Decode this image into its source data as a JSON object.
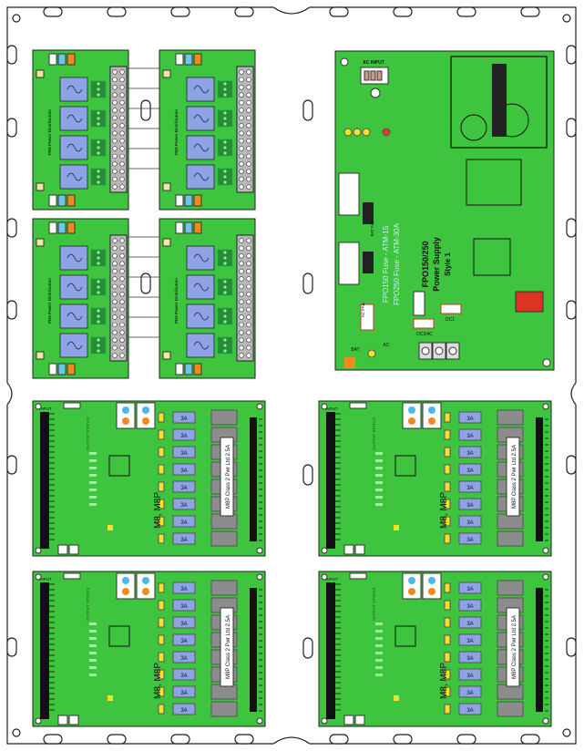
{
  "enclosure": {
    "colors": {
      "board": "#3ec43e",
      "board_dark": "#1f8f1f",
      "relay_blue": "#8ea3e6",
      "terminal_gray": "#b8b8b8",
      "fuse_gray": "#8c8c8c",
      "led_yellow": "#f5e12b",
      "led_red": "#e83a2a",
      "orange": "#f08a1e",
      "outline": "#222222"
    }
  },
  "pd_boards": [
    {
      "id": "pd-1",
      "title": "PD8 Power Distribution",
      "icons": [
        "relay-icon"
      ]
    },
    {
      "id": "pd-2",
      "title": "PD8 Power Distribution",
      "icons": [
        "relay-icon"
      ]
    },
    {
      "id": "pd-3",
      "title": "PD8 Power Distribution",
      "icons": [
        "relay-icon"
      ]
    },
    {
      "id": "pd-4",
      "title": "PD8 Power Distribution",
      "icons": [
        "relay-icon"
      ]
    }
  ],
  "power_supply": {
    "title_line1": "FPO150/250",
    "title_line2": "Power Supply",
    "title_line3": "Style 1",
    "fuse_line1": "FPO150 Fuse - ATM-15",
    "fuse_line2": "FPO250 Fuse - ATM-30A",
    "ac_input": "AC INPUT",
    "labels": {
      "ac_fail": "AC FAIL",
      "bat_fail": "BAT FAIL",
      "dc1": "DC1",
      "dc2": "DC2/4C",
      "bat": "BAT",
      "ac": "AC"
    }
  },
  "m8_boards": [
    {
      "id": "m8-1",
      "model": "M8, M8P",
      "class_label": "M8P Class 2 Pwr Ltd 2.5A",
      "fuse_label": "3A",
      "ports_label": "INPUT",
      "status": "OUTPUT STATUS"
    },
    {
      "id": "m8-2",
      "model": "M8, M8P",
      "class_label": "M8P Class 2 Pwr Ltd 2.5A",
      "fuse_label": "3A",
      "ports_label": "INPUT",
      "status": "OUTPUT STATUS"
    },
    {
      "id": "m8-3",
      "model": "M8, M8P",
      "class_label": "M8P Class 2 Pwr Ltd 2.5A",
      "fuse_label": "3A",
      "ports_label": "INPUT",
      "status": "OUTPUT STATUS"
    },
    {
      "id": "m8-4",
      "model": "M8, M8P",
      "class_label": "M8P Class 2 Pwr Ltd 2.5A",
      "fuse_label": "3A",
      "ports_label": "INPUT",
      "status": "OUTPUT STATUS"
    }
  ]
}
